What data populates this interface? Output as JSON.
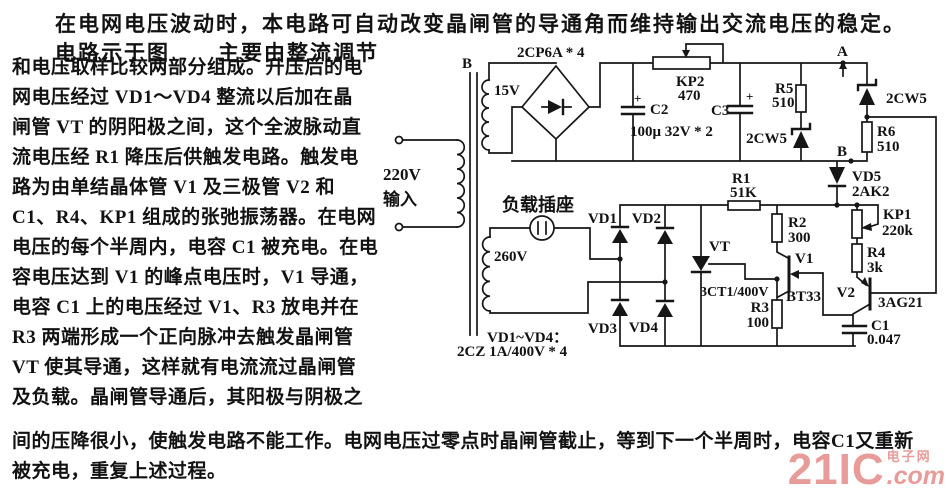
{
  "paragraphs": {
    "line1": "在电网电压波动时，本电路可自动改变晶闸管的导通角而维持输出交流电压的稳定。",
    "line2a": "电路示于图",
    "line2b": "主要由整流调节",
    "column": [
      "和电压取样比较两部分组成。升压后的电",
      "网电压经过 VD1～VD4 整流以后加在晶",
      "闸管 VT 的阴阳极之间，这个全波脉动直",
      "流电压经 R1 降压后供触发电路。触发电",
      "路为由单结晶体管 V1 及三极管 V2 和",
      "C1、R4、KP1 组成的张弛振荡器。在电网",
      "电压的每个半周内，电容 C1 被充电。在电",
      "容电压达到 V1 的峰点电压时，V1 导通，",
      "电容 C1 上的电压经过 V1、R3 放电并在",
      "R3 两端形成一个正向脉冲去触发晶闸管",
      "VT 使其导通，这样就有电流流过晶闸管",
      "及负载。晶闸管导通后，其阳极与阴极之"
    ],
    "line15": "间的压降很小，使触发电路不能工作。电网电压过零点时晶闸管截止，等到下一个半周时，电容C1又重新",
    "line16": "被充电，重复上述过程。"
  },
  "circuit": {
    "labels": {
      "b_top": "B",
      "bridge_type": "2CP6A * 4",
      "v15": "15V",
      "v220": "220V",
      "input_cn": "输入",
      "kp2": "KP2",
      "kp2_val": "470",
      "c2_plus": "+",
      "c2": "C2",
      "cap_val": "100μ 32V * 2",
      "c3": "C3",
      "c3_plus": "+",
      "r5": "R5",
      "r5_val": "510",
      "zw_left": "2CW5",
      "a_pt": "A",
      "zw_right": "2CW5",
      "r6": "R6",
      "r6_val": "510",
      "b_mid": "B",
      "vd5": "VD5",
      "vd5_type": "2AK2",
      "r1": "R1",
      "r1_val": "51K",
      "kp1": "KP1",
      "kp1_val": "220k",
      "r2": "R2",
      "r2_val": "300",
      "r4": "R4",
      "r4_val": "3k",
      "v1": "V1",
      "v1_type": "BT33",
      "v2": "V2",
      "v2_type": "3AG21",
      "c1": "C1",
      "c1_val": "0.047",
      "vt": "VT",
      "vt_type": "3CT1/400V",
      "r3": "R3",
      "r3_val": "100",
      "vd1": "VD1",
      "vd2": "VD2",
      "vd3": "VD3",
      "vd4": "VD4",
      "load_socket_cn": "负载插座",
      "v260": "260V",
      "caption1": "VD1~VD4：",
      "caption2": "2CZ 1A/400V * 4"
    }
  },
  "watermark": {
    "brand": "21IC",
    "tag": "电子网",
    "domain": ".com"
  },
  "colors": {
    "watermark_pink": "#e5928e",
    "ink": "#161616",
    "background": "#ffffff"
  }
}
